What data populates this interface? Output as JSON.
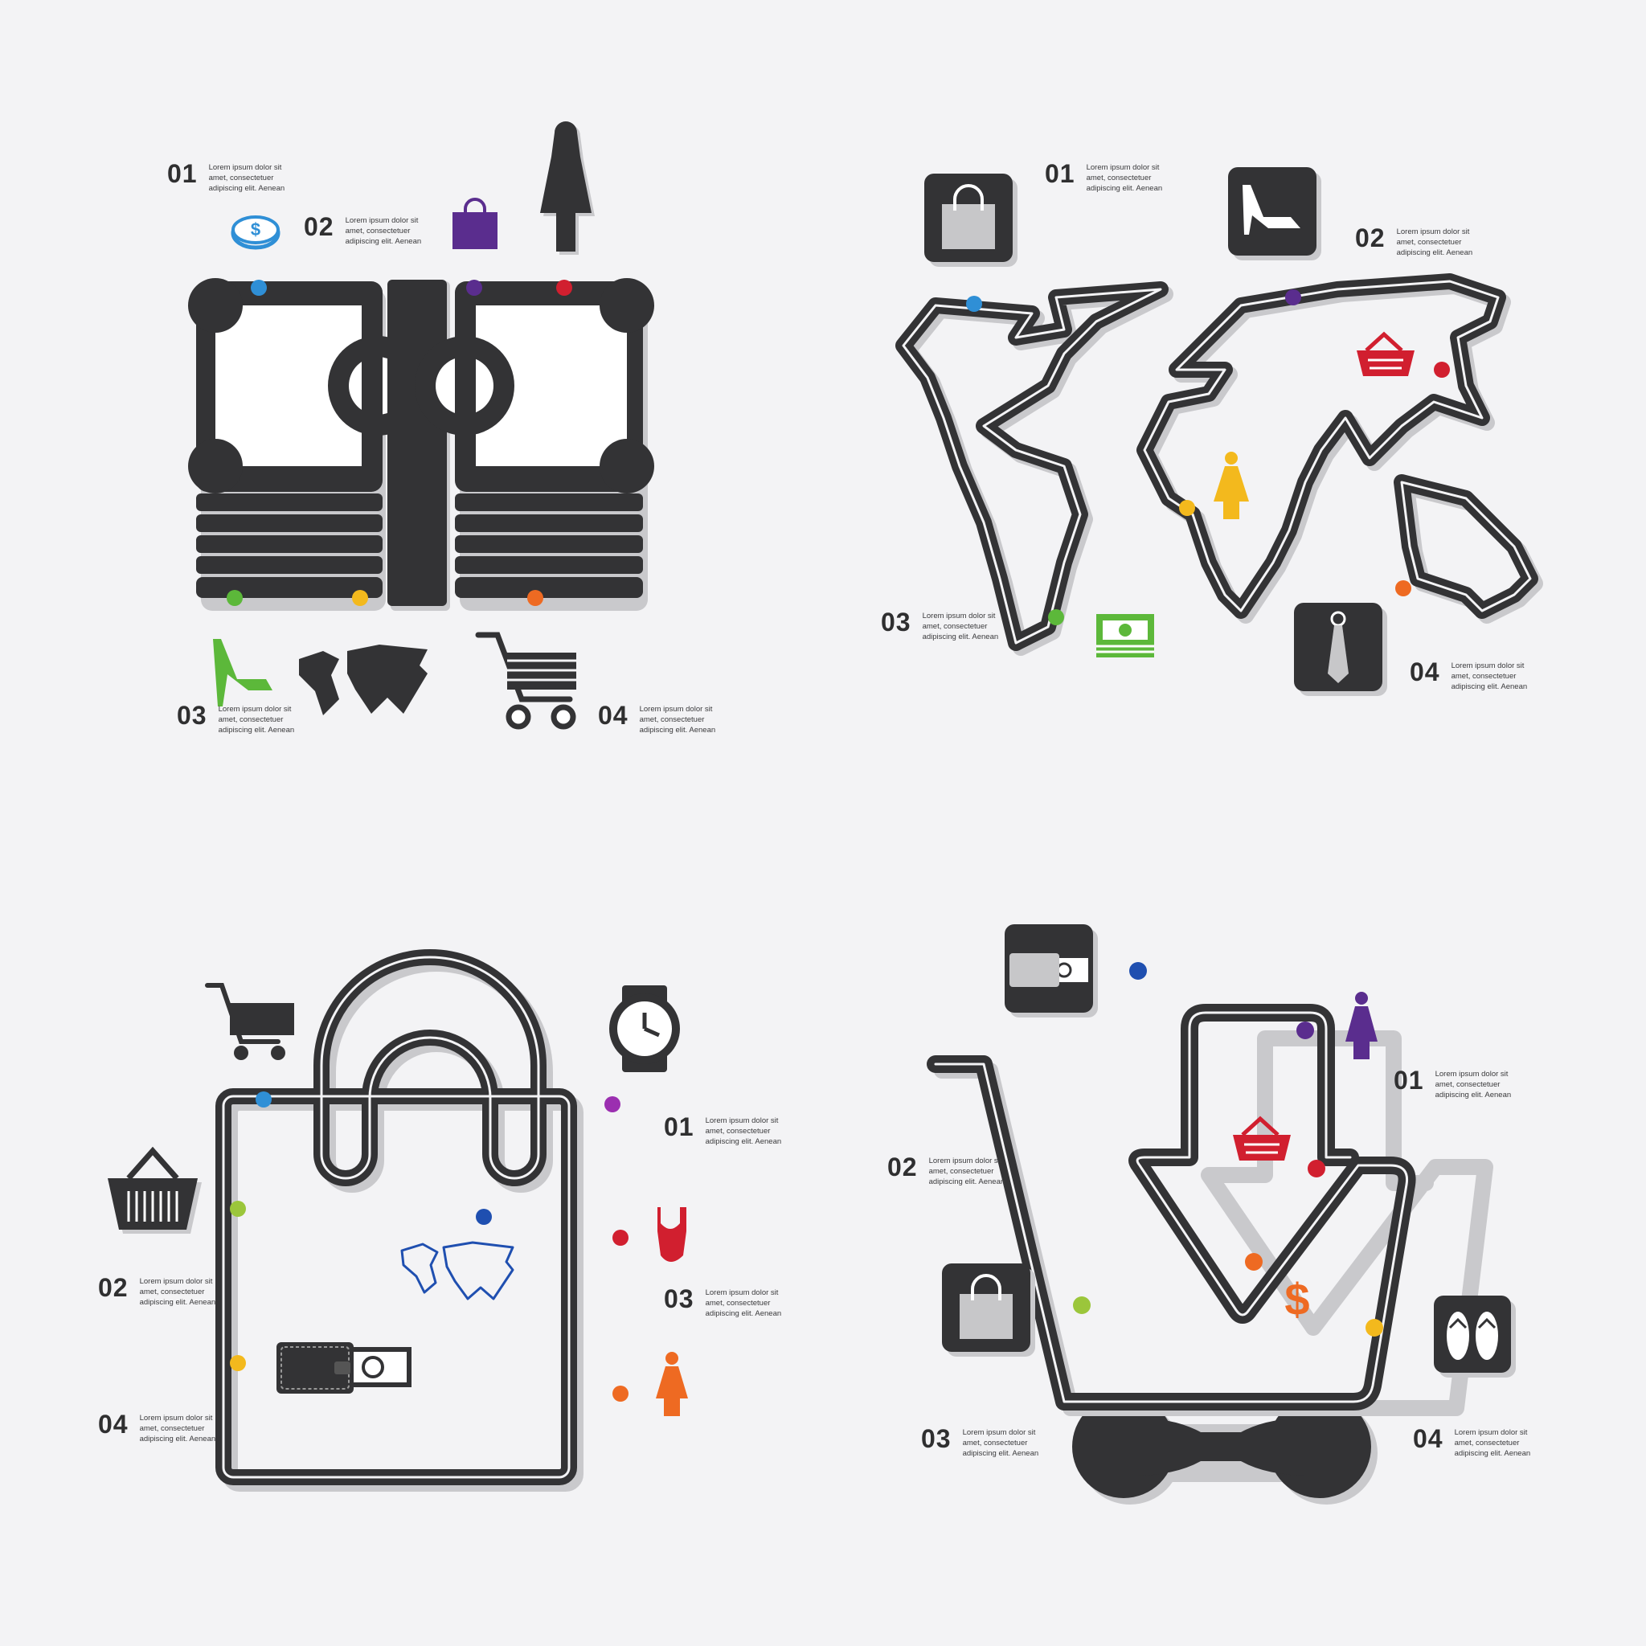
{
  "lorem": "Lorem ipsum dolor sit\namet, consectetuer\nadipiscing elit. Aenean",
  "colors": {
    "road": "#333335",
    "background": "#f3f3f5",
    "blue": "#2f8fd6",
    "purple": "#5a2d8e",
    "red": "#d11f2f",
    "green": "#5cb83a",
    "yellow": "#f3b91d",
    "orange": "#ee6a22",
    "lime": "#9bc63b"
  },
  "panels": [
    {
      "name": "money-infographic",
      "steps": [
        {
          "num": "01",
          "text": "Lorem ipsum dolor sit\namet, consectetuer\nadipiscing elit. Aenean"
        },
        {
          "num": "02",
          "text": "Lorem ipsum dolor sit\namet, consectetuer\nadipiscing elit. Aenean"
        },
        {
          "num": "03",
          "text": "Lorem ipsum dolor sit\namet, consectetuer\nadipiscing elit. Aenean"
        },
        {
          "num": "04",
          "text": "Lorem ipsum dolor sit\namet, consectetuer\nadipiscing elit. Aenean"
        }
      ],
      "icons": [
        "coin-icon",
        "shopping-bag-icon",
        "woman-icon",
        "high-heel-icon",
        "world-map-icon",
        "shopping-cart-icon"
      ]
    },
    {
      "name": "world-map-infographic",
      "steps": [
        {
          "num": "01",
          "text": "Lorem ipsum dolor sit\namet, consectetuer\nadipiscing elit. Aenean"
        },
        {
          "num": "02",
          "text": "Lorem ipsum dolor sit\namet, consectetuer\nadipiscing elit. Aenean"
        },
        {
          "num": "03",
          "text": "Lorem ipsum dolor sit\namet, consectetuer\nadipiscing elit. Aenean"
        },
        {
          "num": "04",
          "text": "Lorem ipsum dolor sit\namet, consectetuer\nadipiscing elit. Aenean"
        }
      ],
      "icons": [
        "shopping-bag-icon",
        "high-heel-icon",
        "basket-icon",
        "woman-icon",
        "money-icon",
        "tie-icon"
      ]
    },
    {
      "name": "shopping-bag-infographic",
      "steps": [
        {
          "num": "01",
          "text": "Lorem ipsum dolor sit\namet, consectetuer\nadipiscing elit. Aenean"
        },
        {
          "num": "02",
          "text": "Lorem ipsum dolor sit\namet, consectetuer\nadipiscing elit. Aenean"
        },
        {
          "num": "03",
          "text": "Lorem ipsum dolor sit\namet, consectetuer\nadipiscing elit. Aenean"
        },
        {
          "num": "04",
          "text": "Lorem ipsum dolor sit\namet, consectetuer\nadipiscing elit. Aenean"
        }
      ],
      "icons": [
        "shopping-cart-icon",
        "watch-icon",
        "basket-icon",
        "swimsuit-icon",
        "woman-icon",
        "world-map-icon",
        "wallet-icon"
      ]
    },
    {
      "name": "shopping-cart-infographic",
      "steps": [
        {
          "num": "01",
          "text": "Lorem ipsum dolor sit\namet, consectetuer\nadipiscing elit. Aenean"
        },
        {
          "num": "02",
          "text": "Lorem ipsum dolor sit\namet, consectetuer\nadipiscing elit. Aenean"
        },
        {
          "num": "03",
          "text": "Lorem ipsum dolor sit\namet, consectetuer\nadipiscing elit. Aenean"
        },
        {
          "num": "04",
          "text": "Lorem ipsum dolor sit\namet, consectetuer\nadipiscing elit. Aenean"
        }
      ],
      "icons": [
        "wallet-icon",
        "woman-icon",
        "basket-icon",
        "dollar-icon",
        "shopping-bag-icon",
        "flip-flops-icon"
      ],
      "dollar_sign": "$"
    }
  ]
}
